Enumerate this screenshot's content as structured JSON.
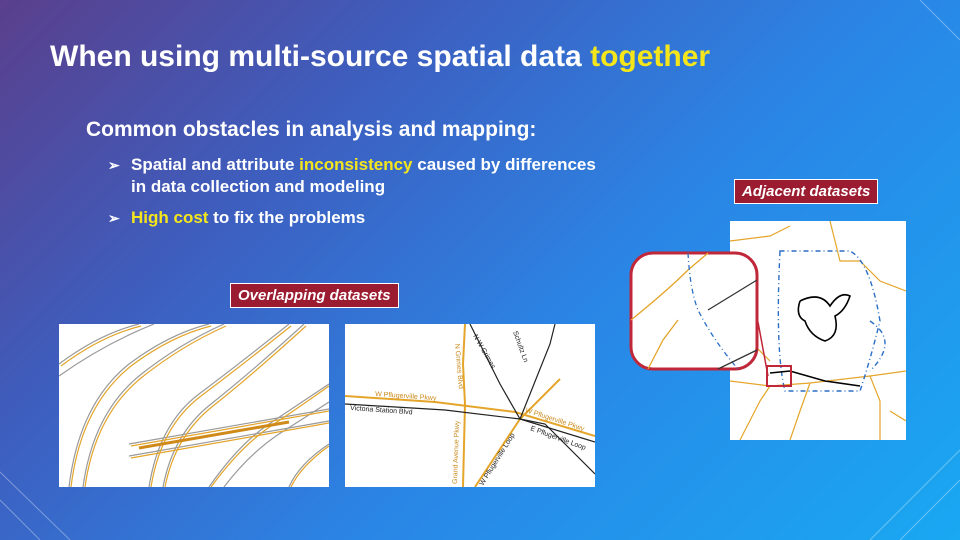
{
  "slide": {
    "title_main": "When using multi-source spatial data ",
    "title_highlight": "together",
    "subhead": "Common obstacles in analysis and mapping:",
    "bullets": [
      {
        "pre": "Spatial and attribute ",
        "highlight": "inconsistency",
        "post": " caused by differences in data collection and modeling"
      },
      {
        "pre": "",
        "highlight": "High cost",
        "post": " to fix the problems"
      }
    ],
    "bullet_icon": "arrow-bullet-icon",
    "overlapping_label": "Overlapping datasets",
    "adjacent_label": "Adjacent datasets"
  },
  "map_labels": {
    "w_grimes": "N W Grimes",
    "schultz": "Schultz Ln",
    "n_grimes_blvd": "N Grimes Blvd",
    "w_pflugerville_pkwy": "W Pflugerville Pkwy",
    "victoria_station": "Victoria Station Blvd",
    "grand_avenue": "Grand Avenue Pkwy",
    "w_pflugerville_pkwy2": "W Pflugerville Pkwy",
    "e_pflugerville_loop": "E Pflugerville Loop",
    "w_pflugerville_loop": "W Pflugerville Loop"
  },
  "colors": {
    "accent": "#f5e61c",
    "label_bg": "#9b1b30",
    "road_orange": "#e4a52a",
    "road_gray": "#8a8a8a",
    "boundary_blue": "#2a6fc4"
  }
}
